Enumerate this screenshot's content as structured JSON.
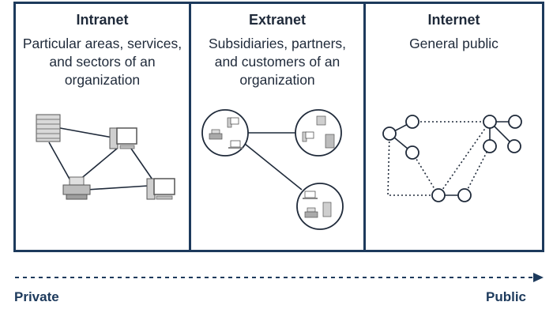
{
  "panels": [
    {
      "title": "Intranet",
      "description": "Particular areas, services, and sectors of an organization"
    },
    {
      "title": "Extranet",
      "description": "Subsidiaries, partners, and customers of an organization"
    },
    {
      "title": "Internet",
      "description": "General public"
    }
  ],
  "axis": {
    "left_label": "Private",
    "right_label": "Public"
  },
  "colors": {
    "border": "#1d3a5c",
    "text": "#1f2a3a",
    "device_fill": "#d9d9d9"
  }
}
